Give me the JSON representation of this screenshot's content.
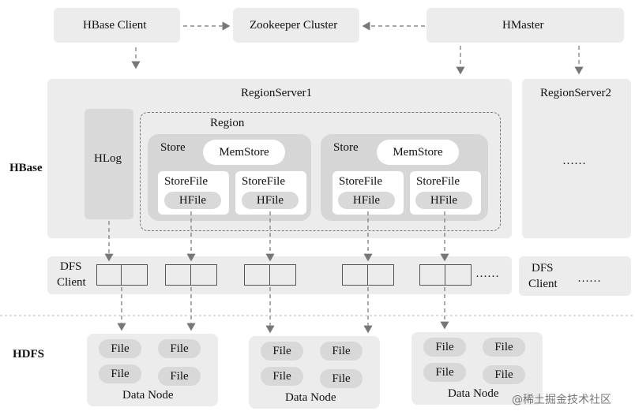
{
  "top": {
    "hbase_client": "HBase Client",
    "zookeeper": "Zookeeper Cluster",
    "hmaster": "HMaster"
  },
  "regionserver1": {
    "title": "RegionServer1",
    "hlog": "HLog",
    "region": "Region",
    "stores": [
      {
        "label": "Store",
        "memstore": "MemStore",
        "storefiles": [
          {
            "label": "StoreFile",
            "hfile": "HFile"
          },
          {
            "label": "StoreFile",
            "hfile": "HFile"
          }
        ]
      },
      {
        "label": "Store",
        "memstore": "MemStore",
        "storefiles": [
          {
            "label": "StoreFile",
            "hfile": "HFile"
          },
          {
            "label": "StoreFile",
            "hfile": "HFile"
          }
        ]
      }
    ]
  },
  "regionserver2": {
    "title": "RegionServer2",
    "ellipsis": "……"
  },
  "layers": {
    "hbase": "HBase",
    "hdfs": "HDFS"
  },
  "dfs": {
    "label1": "DFS",
    "label2": "Client",
    "ellipsis": "……",
    "right_label1": "DFS",
    "right_label2": "Client",
    "right_ellipsis": "……"
  },
  "datanodes": [
    {
      "label": "Data Node",
      "files": [
        "File",
        "File",
        "File",
        "File"
      ]
    },
    {
      "label": "Data Node",
      "files": [
        "File",
        "File",
        "File",
        "File"
      ]
    },
    {
      "label": "Data Node",
      "files": [
        "File",
        "File",
        "File",
        "File"
      ]
    }
  ],
  "watermark": "@稀土掘金技术社区"
}
